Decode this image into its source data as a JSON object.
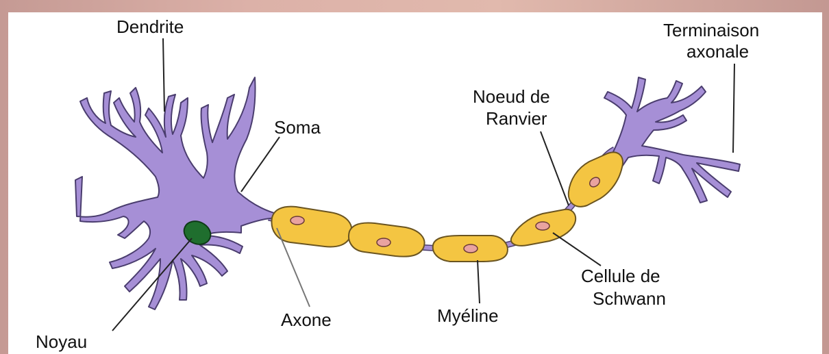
{
  "diagram": {
    "colors": {
      "neuron": "#a68fd6",
      "neuron_outline": "#4a3d6e",
      "myelin": "#f4c542",
      "myelin_outline": "#6a5420",
      "nucleus_cell": "#e9a3a0",
      "nucleus": "#1f6e2e",
      "background": "#ffffff",
      "frame": "#d3a79f"
    },
    "labels": {
      "dendrite": "Dendrite",
      "terminaison_1": "Terminaison",
      "terminaison_2": "axonale",
      "noeud_1": "Noeud de",
      "noeud_2": "Ranvier",
      "soma": "Soma",
      "cellule_1": "Cellule de",
      "cellule_2": "Schwann",
      "axone": "Axone",
      "myeline": "Myéline",
      "noyau": "Noyau"
    }
  }
}
